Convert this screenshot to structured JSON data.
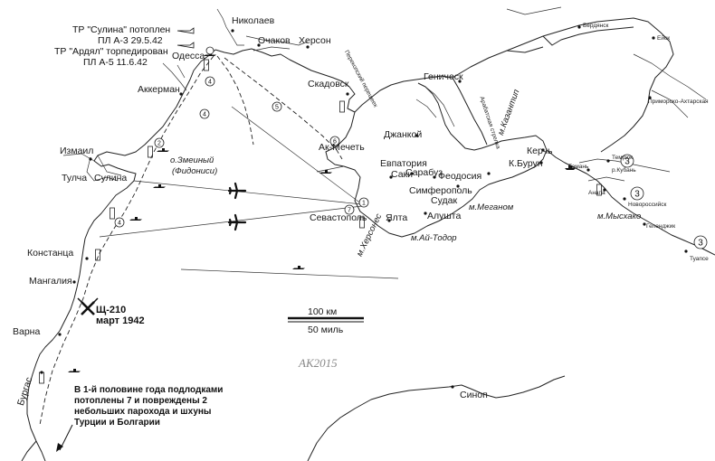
{
  "title_rows": [
    "ТР \"Сулина\" потоплен",
    "ПЛ А-3 29.5.42",
    "ТР \"Ардял\" торпедирован",
    "ПЛ А-5 11.6.42"
  ],
  "cities": {
    "nikolaev": "Николаев",
    "ochakov": "Очаков",
    "kherson": "Херсон",
    "odessa": "Одесса",
    "akkerman": "Аккерман",
    "skadovsk": "Скадовск",
    "genichesk": "Геническ",
    "izmail": "Измаил",
    "tulcha": "Тулча",
    "sulina": "Сулина",
    "ak_mechet": "Ак-Мечеть",
    "evpatoria": "Евпатория",
    "saki": "Саки",
    "sarabuz": "Сарабуз",
    "feodosia": "Феодосия",
    "dzhankoy": "Джанкой",
    "kerch": "Керчь",
    "k_burun": "К.Бурун",
    "simferopol": "Симферополь",
    "sudak": "Судак",
    "sevastopol": "Севастополь",
    "yalta": "Ялта",
    "alushta": "Алушта",
    "constanta": "Констанца",
    "mangalia": "Мангалия",
    "varna": "Варна",
    "burgas": "Бургас",
    "sinop": "Синоп",
    "taman": "Тамань",
    "temryuk": "Темрюк",
    "anapa": "Анапа",
    "novorossiysk": "Новороссийск",
    "gelendzhik": "Геленджик",
    "tuapse": "Туапсе",
    "primorsko": "Приморско-Ахтарская",
    "eisk": "Ейск",
    "berdyansk": "Бердянск",
    "r_kuban": "р.Кубань"
  },
  "features": {
    "perekop": "Перекопский перешеек",
    "arabat": "Арабатская стрелка",
    "kazantip": "м.Казантип",
    "zmeiny_1": "о.Змеиный",
    "zmeiny_2": "(Фидониси)",
    "meganom": "м.Меганом",
    "ai_todor": "м.Ай-Тодор",
    "khersones": "м.Херсонес",
    "myskhako": "м.Мысхако"
  },
  "sub_loss": {
    "name": "Щ-210",
    "date": "март 1942"
  },
  "scale": {
    "km": "100 км",
    "miles": "50 миль"
  },
  "signature": "АК2015",
  "note_lines": [
    "В 1-й половине года подлодками",
    "потоплены 7 и повреждены 2",
    "небольших парохода и шхуны",
    "Турции и Болгарии"
  ],
  "position_numbers": [
    "1",
    "2",
    "3",
    "4",
    "5",
    "6",
    "7"
  ],
  "colors": {
    "ink": "#1a1a1a",
    "paper": "#ffffff"
  },
  "icons": [
    "submarine-icon",
    "torpedo-icon",
    "airplane-icon",
    "crossed-swords-icon",
    "ship-icon",
    "minefield-icon"
  ]
}
